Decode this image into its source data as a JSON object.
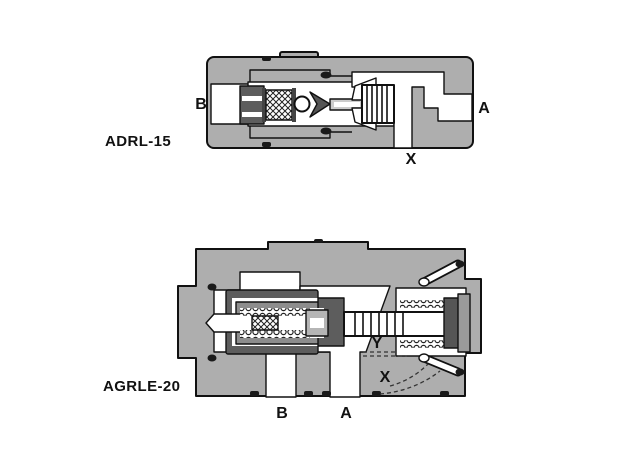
{
  "background": "#ffffff",
  "colors": {
    "body_gray": "#aeaeae",
    "component_dark_gray": "#5d5d5d",
    "component_mid_gray": "#8d8d8d",
    "passage_white": "#ffffff",
    "outline_black": "#111111",
    "seal_black": "#1a1a1a"
  },
  "figures": [
    {
      "model": "ADRL-15",
      "ports": {
        "b": "B",
        "a": "A",
        "x": "X"
      }
    },
    {
      "model": "AGRLE-20",
      "ports": {
        "b": "B",
        "a": "A",
        "y": "Y",
        "x": "X"
      }
    }
  ]
}
